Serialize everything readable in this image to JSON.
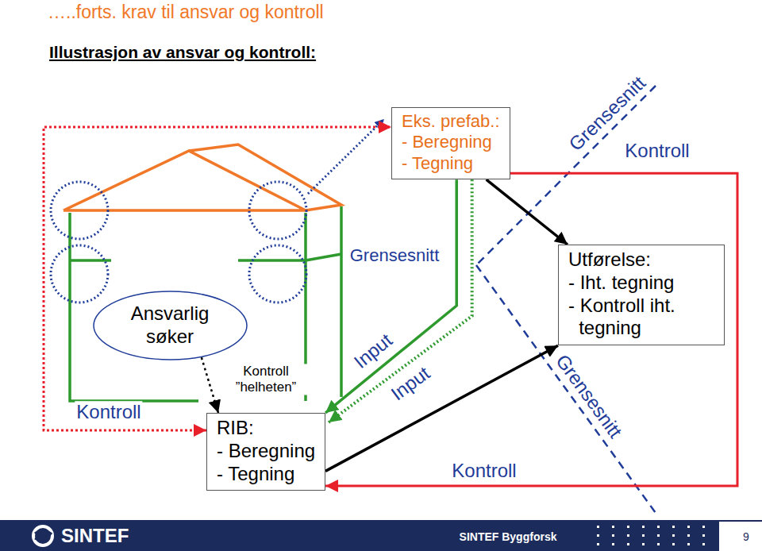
{
  "diagram": {
    "title": "…..forts. krav til ansvar og kontroll",
    "nodes": [
      {
        "text": [
          "Eks. prefab.:",
          "- Beregning",
          "- Tegning"
        ]
      },
      {
        "text": [
          "Ansvarlig søker"
        ]
      },
      {
        "text": [
          "RIB:",
          "- Beregning",
          "- Tegning"
        ]
      },
      {
        "text": [
          "Utførelse:",
          "- Iht. tegning",
          "- Kontroll iht. tegning"
        ]
      }
    ],
    "edges": [
      {
        "from": 1,
        "to": 2,
        "arrow": "to"
      },
      {
        "from": 0,
        "to": 2,
        "label": "Input",
        "arrow": "to"
      },
      {
        "from": 0,
        "to": 2,
        "label": "Input",
        "arrow": "to"
      },
      {
        "from": 2,
        "to": 3,
        "arrow": "to"
      },
      {
        "from": 0,
        "to": 3,
        "arrow": "to"
      },
      {
        "from": 2,
        "to": 0,
        "arrow": "both"
      },
      {
        "from": 0,
        "to": 2,
        "arrow": "to"
      }
    ],
    "labels": [
      "Illustrasjon av ansvar og kontroll:",
      "Grensesnitt",
      "Kontroll",
      "Grensesnitt",
      "Kontroll",
      "Kontroll ”helheten”",
      "Grensesnitt",
      "Kontroll",
      "SINTEF",
      "SINTEF Byggforsk",
      "9"
    ]
  }
}
